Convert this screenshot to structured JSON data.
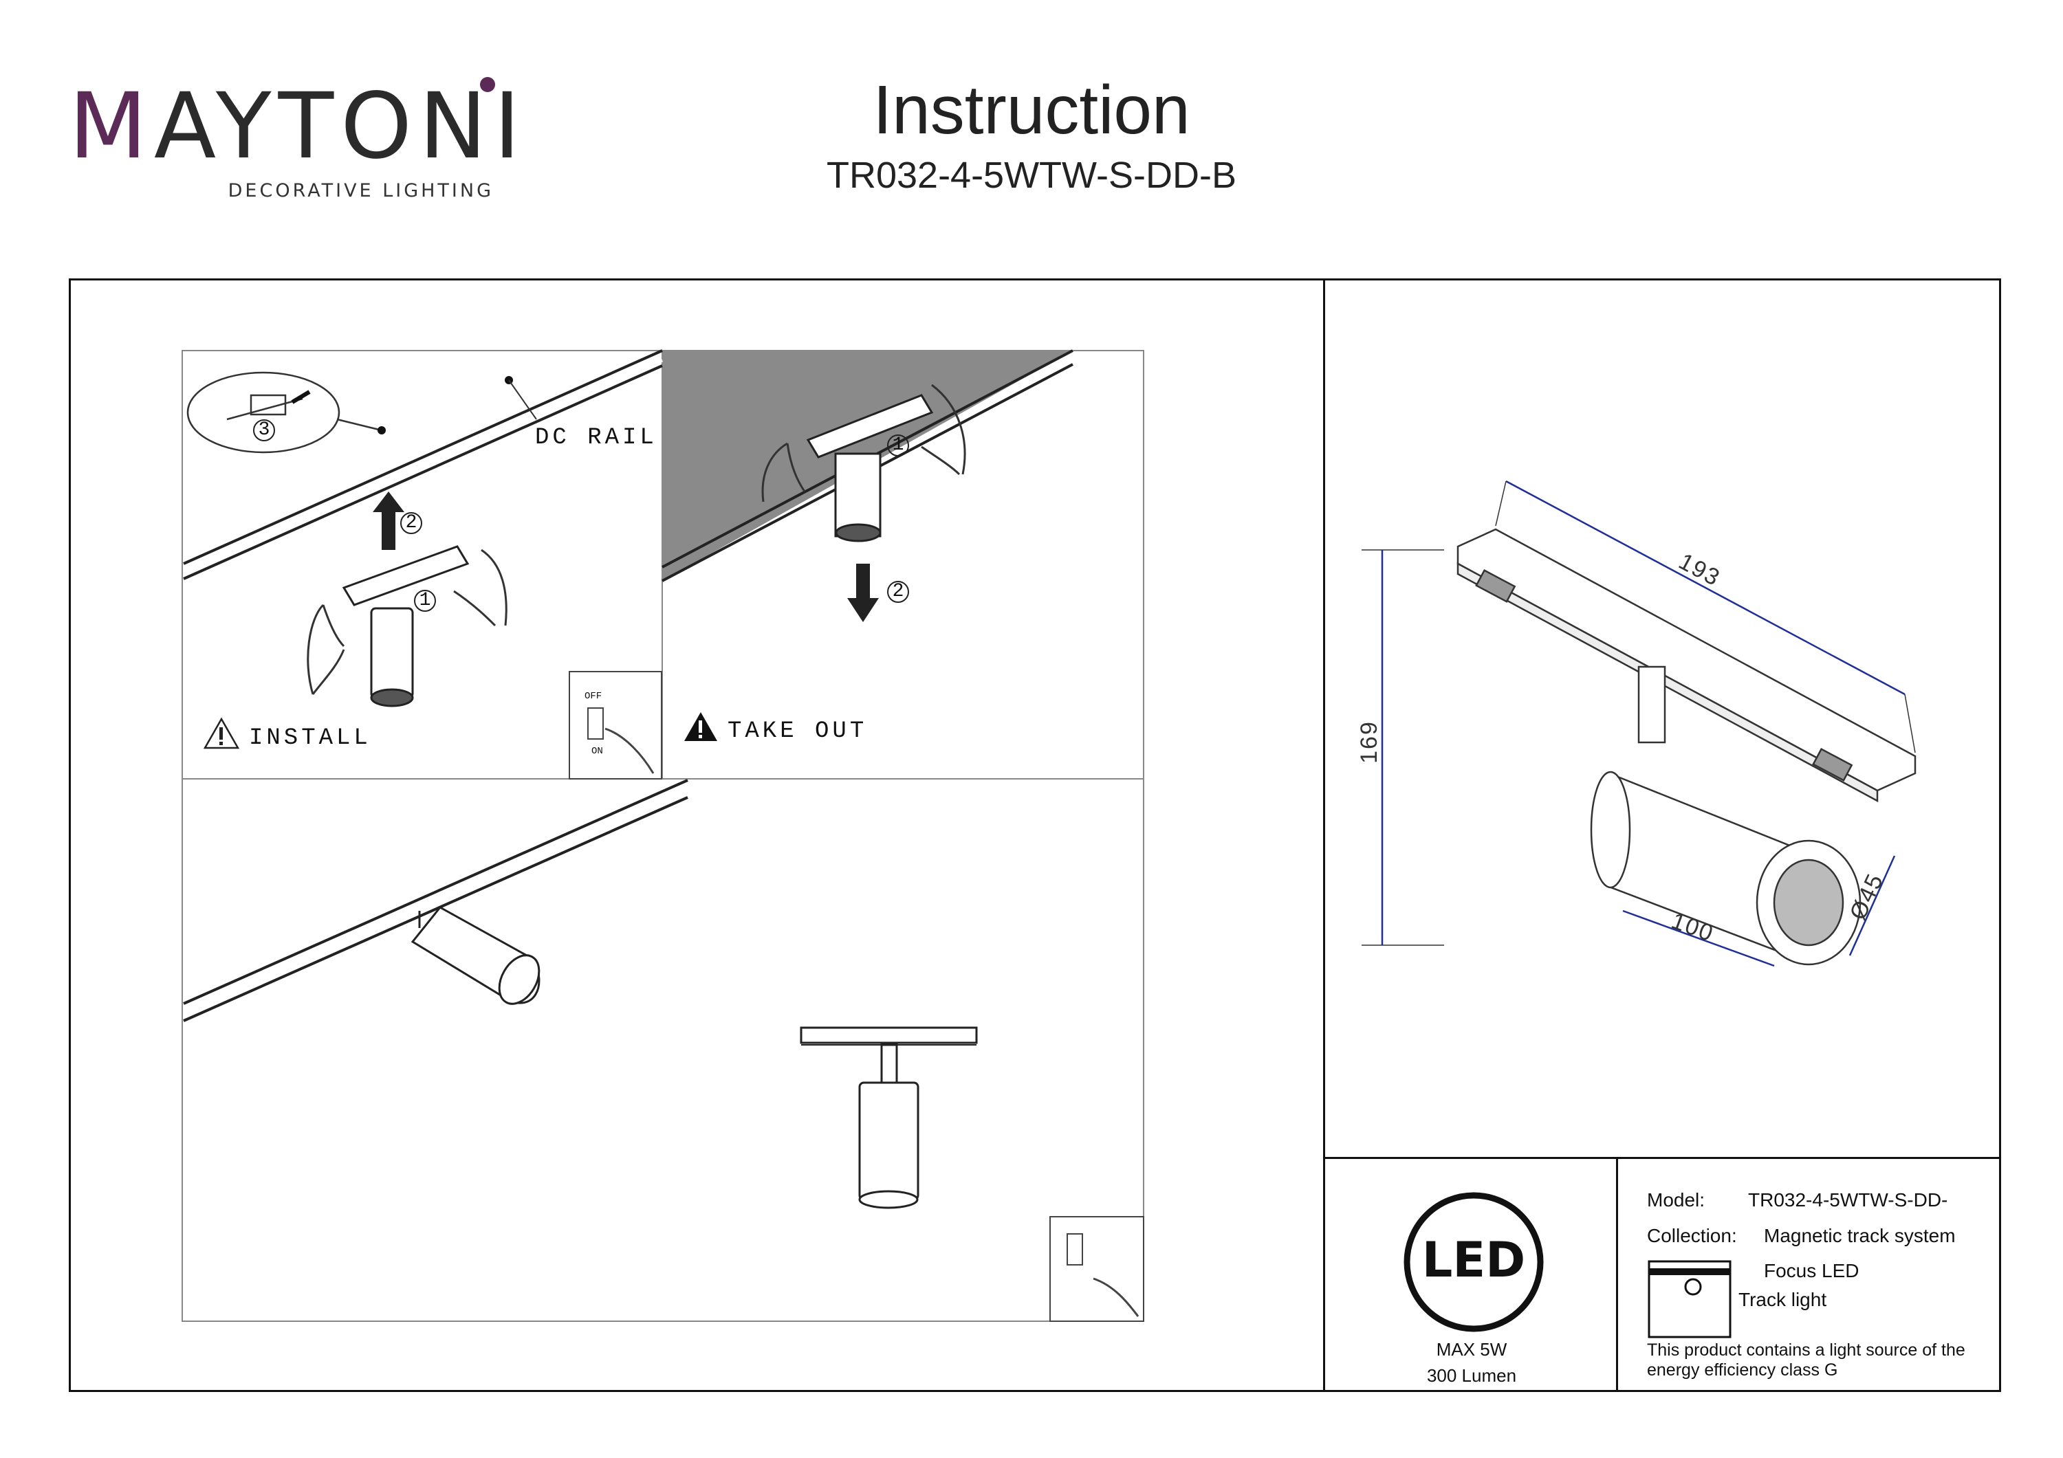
{
  "brand": {
    "name_prefix": "M",
    "name_rest": "AYTONI",
    "tagline": "DECORATIVE LIGHTING"
  },
  "header": {
    "title": "Instruction",
    "model": "TR032-4-5WTW-S-DD-B"
  },
  "panels": {
    "install": {
      "rail_label": "DC RAIL",
      "step_label": "INSTALL",
      "switch_off": "OFF",
      "switch_on": "ON"
    },
    "takeout": {
      "step_label": "TAKE OUT"
    },
    "steps": [
      "1",
      "2",
      "3"
    ]
  },
  "dimensions": {
    "length": "193",
    "height": "169",
    "depth": "100",
    "diameter": "Ø45"
  },
  "led_block": {
    "badge": "LED",
    "power": "MAX 5W",
    "lumen": "300 Lumen"
  },
  "specs": {
    "model_label": "Model:",
    "model_value": "TR032-4-5WTW-S-DD-",
    "collection_label": "Collection:",
    "collection_value": "Magnetic track system",
    "series": "Focus LED",
    "type": "Track light",
    "energy_note": "This product contains a light source of the energy efficiency class G"
  },
  "colors": {
    "brand_accent": "#5c2a56",
    "dimension_line": "#1f2f9a",
    "panel_shade": "#8a8a8a"
  }
}
